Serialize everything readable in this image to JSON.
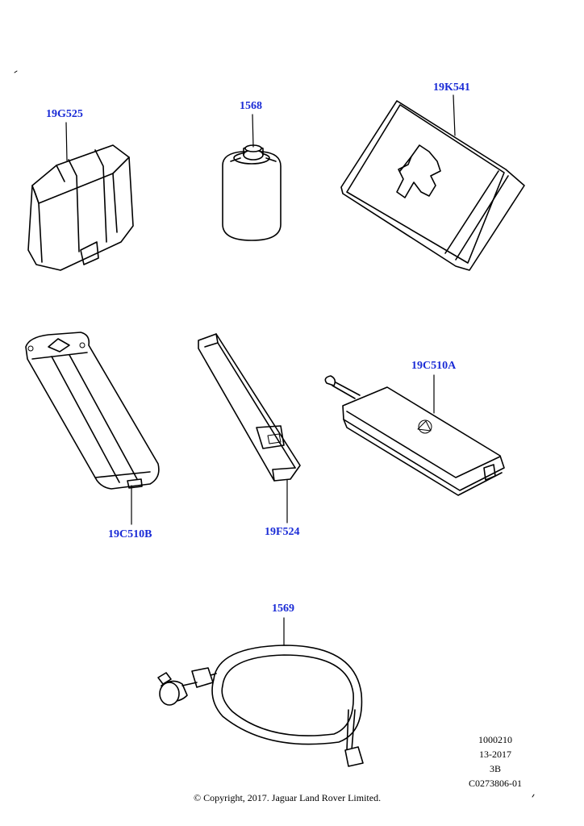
{
  "parts": {
    "p19G525": "19G525",
    "p1568": "1568",
    "p19K541": "19K541",
    "p19C510A": "19C510A",
    "p19C510B": "19C510B",
    "p19F524": "19F524",
    "p1569": "1569"
  },
  "meta": {
    "line1": "1000210",
    "line2": "13-2017",
    "line3": "3B",
    "line4": "C0273806-01"
  },
  "copyright": "© Copyright, 2017. Jaguar Land Rover Limited.",
  "colors": {
    "label": "#1a2bd6",
    "line": "#000000"
  }
}
